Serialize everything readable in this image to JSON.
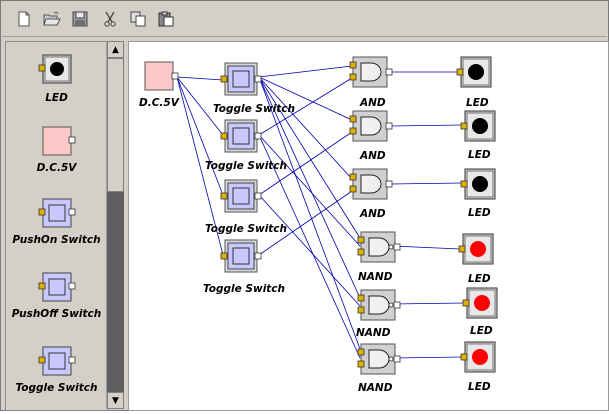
{
  "toolbar": {
    "buttons": [
      {
        "name": "new-document",
        "icon": "new-document-icon"
      },
      {
        "name": "open-folder",
        "icon": "open-folder-icon"
      },
      {
        "name": "save",
        "icon": "save-disk-icon"
      },
      {
        "name": "cut",
        "icon": "scissors-icon"
      },
      {
        "name": "copy",
        "icon": "copy-icon"
      },
      {
        "name": "paste",
        "icon": "paste-clipboard-icon"
      }
    ]
  },
  "palette": {
    "items": [
      {
        "label": "LED",
        "kind": "led"
      },
      {
        "label": "D.C.5V",
        "kind": "dc"
      },
      {
        "label": "PushOn Switch",
        "kind": "switch"
      },
      {
        "label": "PushOff Switch",
        "kind": "switch"
      },
      {
        "label": "Toggle Switch",
        "kind": "switch"
      }
    ]
  },
  "scrollbar": {
    "up_arrow": "▲",
    "down_arrow": "▼"
  },
  "canvas": {
    "dc_label": "D.C.5V",
    "switch_label": "Toggle Switch",
    "and_label": "AND",
    "nand_label": "NAND",
    "led_label": "LED"
  },
  "colors": {
    "wire": "#0000b0",
    "switch_body": "#c8c8ff",
    "dc_body": "#ffc8c8",
    "led_off": "#000000",
    "led_on": "#ff0000",
    "pin": "#e0b000",
    "gate_body": "#d0d0d0"
  }
}
